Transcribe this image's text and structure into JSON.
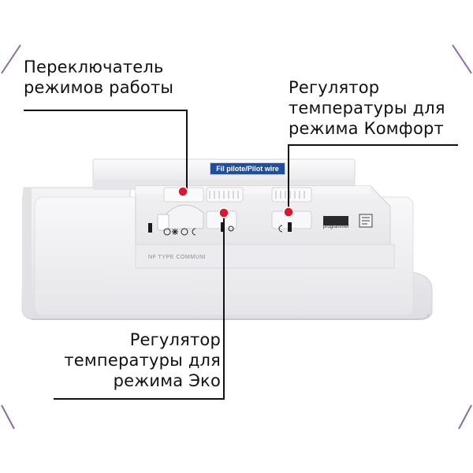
{
  "labels": {
    "mode_switch": {
      "line1": "Переключатель",
      "line2": "режимов работы"
    },
    "comfort_regulator": {
      "line1": "Регулятор",
      "line2": "температуры для",
      "line3": "режима Комфорт"
    },
    "eco_regulator": {
      "line1": "Регулятор",
      "line2": "температуры для",
      "line3": "режима Эко"
    }
  },
  "device": {
    "pilot_wire_tag": "Fil pilote/Pilot wire",
    "programmer_text": "programmer",
    "serial_text": "NF TYPE COMMUNI"
  },
  "colors": {
    "marker_red": "#e0152a",
    "corner_purple": "#8a6aa8",
    "tag_blue": "#1e4fa2"
  }
}
